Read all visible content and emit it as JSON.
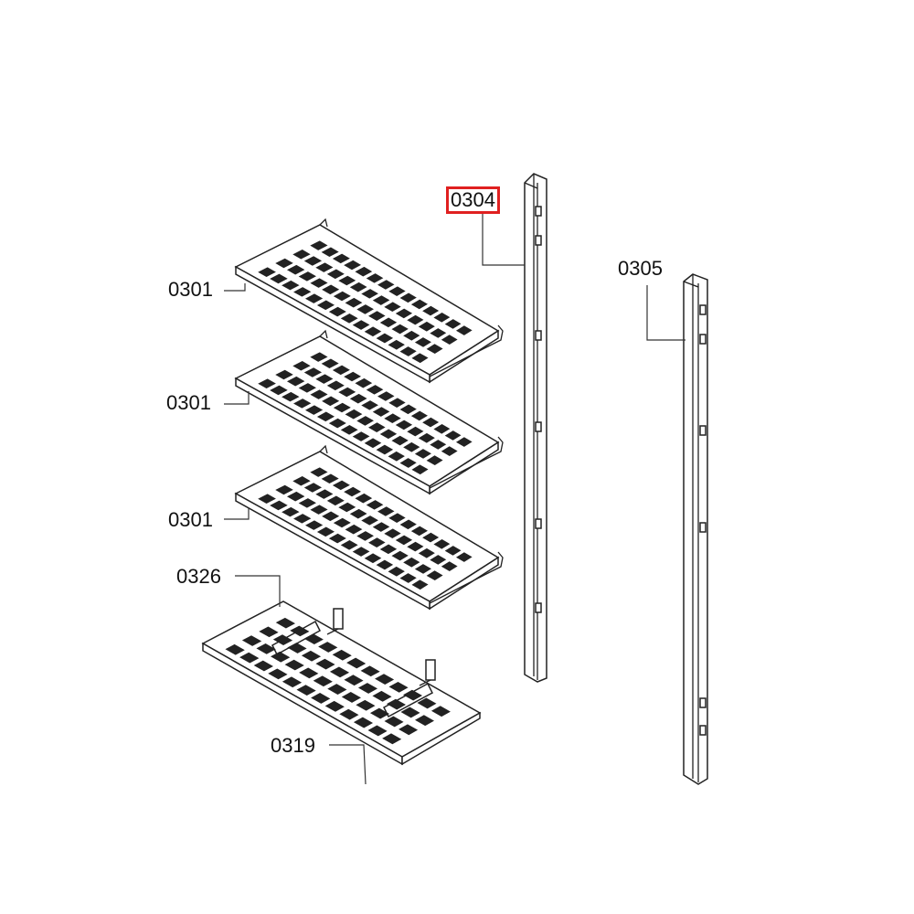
{
  "labels": {
    "shelf_top": "0301",
    "shelf_middle": "0301",
    "shelf_lower": "0301",
    "shelf_bottom_upper": "0326",
    "shelf_bottom_lower": "0319",
    "rail_left": "0304",
    "rail_right": "0305"
  },
  "highlight": {
    "part": "0304",
    "color": "#e02020"
  }
}
